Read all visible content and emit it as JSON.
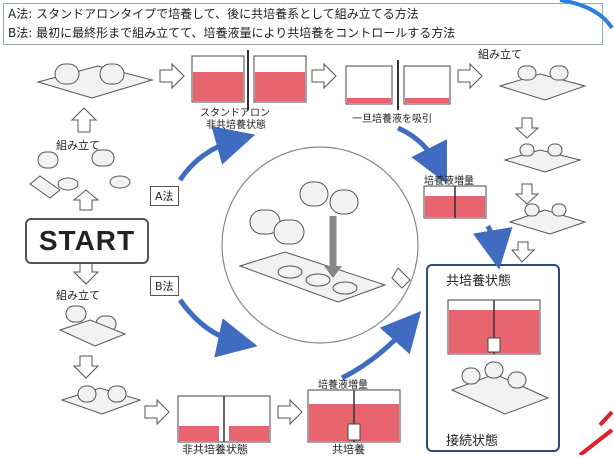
{
  "legend": {
    "line_a_key": "A法",
    "line_a_text": ": スタンドアロンタイプで培養して、後に共培養系として組み立てる方法",
    "line_b_key": "B法",
    "line_b_text": ": 最初に最終形まで組み立てて、培養液量により共培養をコントロールする方法"
  },
  "labels": {
    "assemble_top": "組み立て",
    "assemble_left_top": "組み立て",
    "assemble_left_bottom": "組み立て",
    "standalone": "スタンドアロン",
    "non_coculture_top": "非共培養状態",
    "aspirate": "一旦培養液を吸引",
    "medium_increase_a": "培養液増量",
    "medium_increase_b": "培養液増量",
    "non_coculture_bottom": "非共培養状態",
    "coculture_bottom": "共培養",
    "coculture_state": "共培養状態",
    "connected_state": "接続状態"
  },
  "start": "START",
  "methods": {
    "a": "A法",
    "b": "B法"
  },
  "colors": {
    "medium": "#e8646e",
    "arrow_blue": "#3f6cc0",
    "frame": "#2e4a78"
  }
}
